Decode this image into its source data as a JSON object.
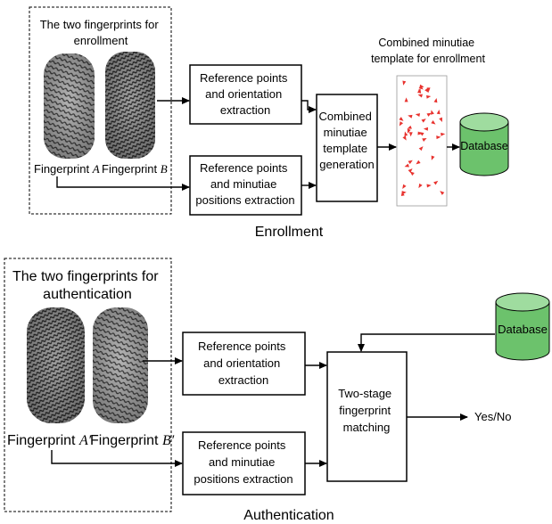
{
  "enrollment": {
    "group_title": [
      "The two fingerprints for",
      "enrollment"
    ],
    "fp_a_label": "Fingerprint",
    "fp_a_var": "A",
    "fp_b_label": "Fingerprint",
    "fp_b_var": "B",
    "box_orientation": [
      "Reference points",
      "and orientation",
      "extraction"
    ],
    "box_minutiae": [
      "Reference points",
      "and minutiae",
      "positions extraction"
    ],
    "box_combined": [
      "Combined",
      "minutiae",
      "template",
      "generation"
    ],
    "template_caption": [
      "Combined minutiae",
      "template for enrollment"
    ],
    "database": "Database",
    "section_caption": "Enrollment"
  },
  "authentication": {
    "group_title": [
      "The two fingerprints for",
      "authentication"
    ],
    "fp_a_label": "Fingerprint",
    "fp_a_var": "A′",
    "fp_b_label": "Fingerprint",
    "fp_b_var": "B′",
    "box_orientation": [
      "Reference points",
      "and orientation",
      "extraction"
    ],
    "box_minutiae": [
      "Reference points",
      "and minutiae",
      "positions extraction"
    ],
    "box_matching": [
      "Two-stage",
      "fingerprint",
      "matching"
    ],
    "result": "Yes/No",
    "database": "Database",
    "section_caption": "Authentication"
  },
  "colors": {
    "database_fill": "#6cc26c",
    "database_top": "#9fdc9f",
    "minutiae_red": "#e8322e",
    "fingerprint_dark": "#3a3a3a",
    "fingerprint_bg": "#b9b9b9"
  }
}
